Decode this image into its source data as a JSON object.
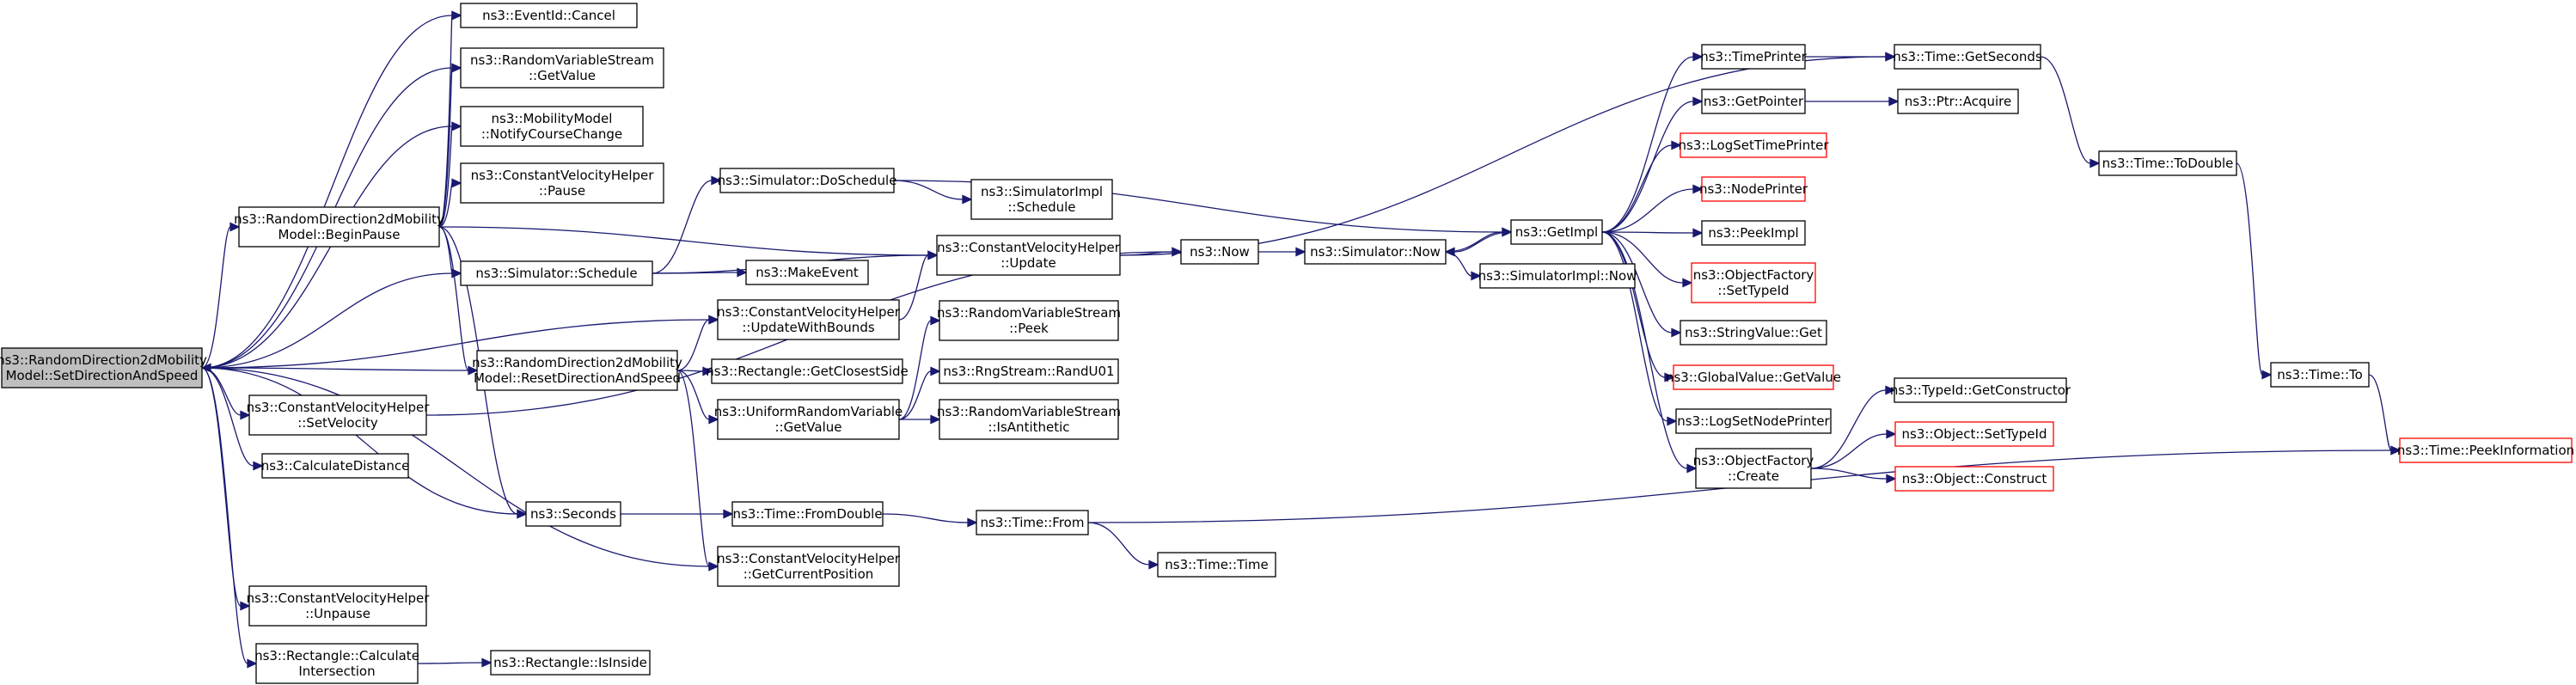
{
  "colors": {
    "edge": "#191970",
    "node_border": "#000000",
    "node_border_external": "#ff0000",
    "root_fill": "#bfbfbf",
    "node_fill": "#ffffff"
  },
  "nodes": [
    {
      "id": "root",
      "lines": [
        "ns3::RandomDirection2dMobility",
        "Model::SetDirectionAndSpeed"
      ],
      "kind": "root"
    },
    {
      "id": "cancel",
      "lines": [
        "ns3::EventId::Cancel"
      ],
      "kind": "normal"
    },
    {
      "id": "rvsgetvalue",
      "lines": [
        "ns3::RandomVariableStream",
        "::GetValue"
      ],
      "kind": "normal"
    },
    {
      "id": "notify",
      "lines": [
        "ns3::MobilityModel",
        "::NotifyCourseChange"
      ],
      "kind": "normal"
    },
    {
      "id": "pause",
      "lines": [
        "ns3::ConstantVelocityHelper",
        "::Pause"
      ],
      "kind": "normal"
    },
    {
      "id": "beginpause",
      "lines": [
        "ns3::RandomDirection2dMobility",
        "Model::BeginPause"
      ],
      "kind": "normal"
    },
    {
      "id": "schedule",
      "lines": [
        "ns3::Simulator::Schedule"
      ],
      "kind": "normal"
    },
    {
      "id": "resetdir",
      "lines": [
        "ns3::RandomDirection2dMobility",
        "Model::ResetDirectionAndSpeed"
      ],
      "kind": "normal"
    },
    {
      "id": "setvelocity",
      "lines": [
        "ns3::ConstantVelocityHelper",
        "::SetVelocity"
      ],
      "kind": "normal"
    },
    {
      "id": "calcdist",
      "lines": [
        "ns3::CalculateDistance"
      ],
      "kind": "normal"
    },
    {
      "id": "seconds",
      "lines": [
        "ns3::Seconds"
      ],
      "kind": "normal"
    },
    {
      "id": "unpause",
      "lines": [
        "ns3::ConstantVelocityHelper",
        "::Unpause"
      ],
      "kind": "normal"
    },
    {
      "id": "calcinter",
      "lines": [
        "ns3::Rectangle::Calculate",
        "Intersection"
      ],
      "kind": "normal"
    },
    {
      "id": "isinside",
      "lines": [
        "ns3::Rectangle::IsInside"
      ],
      "kind": "normal"
    },
    {
      "id": "doschedule",
      "lines": [
        "ns3::Simulator::DoSchedule"
      ],
      "kind": "normal"
    },
    {
      "id": "simimplschedule",
      "lines": [
        "ns3::SimulatorImpl",
        "::Schedule"
      ],
      "kind": "normal"
    },
    {
      "id": "makeevent",
      "lines": [
        "ns3::MakeEvent"
      ],
      "kind": "normal"
    },
    {
      "id": "cvhupdate",
      "lines": [
        "ns3::ConstantVelocityHelper",
        "::Update"
      ],
      "kind": "normal"
    },
    {
      "id": "updatebounds",
      "lines": [
        "ns3::ConstantVelocityHelper",
        "::UpdateWithBounds"
      ],
      "kind": "normal"
    },
    {
      "id": "closestside",
      "lines": [
        "ns3::Rectangle::GetClosestSide"
      ],
      "kind": "normal"
    },
    {
      "id": "urvgetvalue",
      "lines": [
        "ns3::UniformRandomVariable",
        "::GetValue"
      ],
      "kind": "normal"
    },
    {
      "id": "rvspeek",
      "lines": [
        "ns3::RandomVariableStream",
        "::Peek"
      ],
      "kind": "normal"
    },
    {
      "id": "randu01",
      "lines": [
        "ns3::RngStream::RandU01"
      ],
      "kind": "normal"
    },
    {
      "id": "isantithetic",
      "lines": [
        "ns3::RandomVariableStream",
        "::IsAntithetic"
      ],
      "kind": "normal"
    },
    {
      "id": "fromdouble",
      "lines": [
        "ns3::Time::FromDouble"
      ],
      "kind": "normal"
    },
    {
      "id": "getcurpos",
      "lines": [
        "ns3::ConstantVelocityHelper",
        "::GetCurrentPosition"
      ],
      "kind": "normal"
    },
    {
      "id": "now",
      "lines": [
        "ns3::Now"
      ],
      "kind": "normal"
    },
    {
      "id": "simnow",
      "lines": [
        "ns3::Simulator::Now"
      ],
      "kind": "normal"
    },
    {
      "id": "simimplnow",
      "lines": [
        "ns3::SimulatorImpl::Now"
      ],
      "kind": "normal"
    },
    {
      "id": "timefrom",
      "lines": [
        "ns3::Time::From"
      ],
      "kind": "normal"
    },
    {
      "id": "timetime",
      "lines": [
        "ns3::Time::Time"
      ],
      "kind": "normal"
    },
    {
      "id": "getimpl",
      "lines": [
        "ns3::GetImpl"
      ],
      "kind": "normal"
    },
    {
      "id": "timeprinter",
      "lines": [
        "ns3::TimePrinter"
      ],
      "kind": "normal"
    },
    {
      "id": "getpointer",
      "lines": [
        "ns3::GetPointer"
      ],
      "kind": "normal"
    },
    {
      "id": "logsettimeprinter",
      "lines": [
        "ns3::LogSetTimePrinter"
      ],
      "kind": "external"
    },
    {
      "id": "nodeprinter",
      "lines": [
        "ns3::NodePrinter"
      ],
      "kind": "external"
    },
    {
      "id": "peekimpl",
      "lines": [
        "ns3::PeekImpl"
      ],
      "kind": "normal"
    },
    {
      "id": "ofsettypeid",
      "lines": [
        "ns3::ObjectFactory",
        "::SetTypeId"
      ],
      "kind": "external"
    },
    {
      "id": "stringvalueget",
      "lines": [
        "ns3::StringValue::Get"
      ],
      "kind": "normal"
    },
    {
      "id": "globalvalueget",
      "lines": [
        "ns3::GlobalValue::GetValue"
      ],
      "kind": "external"
    },
    {
      "id": "logsetnodeprinter",
      "lines": [
        "ns3::LogSetNodePrinter"
      ],
      "kind": "normal"
    },
    {
      "id": "ofcreate",
      "lines": [
        "ns3::ObjectFactory",
        "::Create"
      ],
      "kind": "normal"
    },
    {
      "id": "getseconds",
      "lines": [
        "ns3::Time::GetSeconds"
      ],
      "kind": "normal"
    },
    {
      "id": "ptracquire",
      "lines": [
        "ns3::Ptr::Acquire"
      ],
      "kind": "normal"
    },
    {
      "id": "todouble",
      "lines": [
        "ns3::Time::ToDouble"
      ],
      "kind": "normal"
    },
    {
      "id": "typeidgetctor",
      "lines": [
        "ns3::TypeId::GetConstructor"
      ],
      "kind": "normal"
    },
    {
      "id": "objsettypeid",
      "lines": [
        "ns3::Object::SetTypeId"
      ],
      "kind": "external"
    },
    {
      "id": "objconstruct",
      "lines": [
        "ns3::Object::Construct"
      ],
      "kind": "external"
    },
    {
      "id": "timeto",
      "lines": [
        "ns3::Time::To"
      ],
      "kind": "normal"
    },
    {
      "id": "peekinfo",
      "lines": [
        "ns3::Time::PeekInformation"
      ],
      "kind": "external"
    }
  ],
  "edges": [
    [
      "root",
      "cancel"
    ],
    [
      "root",
      "rvsgetvalue"
    ],
    [
      "root",
      "notify"
    ],
    [
      "root",
      "beginpause"
    ],
    [
      "root",
      "schedule"
    ],
    [
      "root",
      "updatebounds"
    ],
    [
      "root",
      "setvelocity"
    ],
    [
      "root",
      "calcdist"
    ],
    [
      "root",
      "seconds"
    ],
    [
      "root",
      "getcurpos"
    ],
    [
      "root",
      "unpause"
    ],
    [
      "root",
      "calcinter"
    ],
    [
      "beginpause",
      "cancel"
    ],
    [
      "beginpause",
      "rvsgetvalue"
    ],
    [
      "beginpause",
      "notify"
    ],
    [
      "beginpause",
      "pause"
    ],
    [
      "beginpause",
      "schedule"
    ],
    [
      "beginpause",
      "cvhupdate"
    ],
    [
      "beginpause",
      "resetdir"
    ],
    [
      "beginpause",
      "seconds"
    ],
    [
      "resetdir",
      "root"
    ],
    [
      "resetdir",
      "updatebounds"
    ],
    [
      "resetdir",
      "closestside"
    ],
    [
      "resetdir",
      "urvgetvalue"
    ],
    [
      "resetdir",
      "getcurpos"
    ],
    [
      "schedule",
      "doschedule"
    ],
    [
      "schedule",
      "makeevent"
    ],
    [
      "schedule",
      "cvhupdate"
    ],
    [
      "doschedule",
      "simimplschedule"
    ],
    [
      "doschedule",
      "getimpl"
    ],
    [
      "updatebounds",
      "cvhupdate"
    ],
    [
      "cvhupdate",
      "now"
    ],
    [
      "cvhupdate",
      "getseconds"
    ],
    [
      "setvelocity",
      "now"
    ],
    [
      "seconds",
      "fromdouble"
    ],
    [
      "fromdouble",
      "timefrom"
    ],
    [
      "timefrom",
      "timetime"
    ],
    [
      "timefrom",
      "peekinfo"
    ],
    [
      "urvgetvalue",
      "rvspeek"
    ],
    [
      "urvgetvalue",
      "randu01"
    ],
    [
      "urvgetvalue",
      "isantithetic"
    ],
    [
      "calcinter",
      "isinside"
    ],
    [
      "now",
      "simnow"
    ],
    [
      "simnow",
      "getimpl"
    ],
    [
      "simnow",
      "simimplnow"
    ],
    [
      "getimpl",
      "simnow"
    ],
    [
      "getimpl",
      "timeprinter"
    ],
    [
      "getimpl",
      "getpointer"
    ],
    [
      "getimpl",
      "logsettimeprinter"
    ],
    [
      "getimpl",
      "nodeprinter"
    ],
    [
      "getimpl",
      "peekimpl"
    ],
    [
      "getimpl",
      "ofsettypeid"
    ],
    [
      "getimpl",
      "stringvalueget"
    ],
    [
      "getimpl",
      "globalvalueget"
    ],
    [
      "getimpl",
      "logsetnodeprinter"
    ],
    [
      "getimpl",
      "ofcreate"
    ],
    [
      "timeprinter",
      "getseconds"
    ],
    [
      "getpointer",
      "ptracquire"
    ],
    [
      "ofcreate",
      "typeidgetctor"
    ],
    [
      "ofcreate",
      "objsettypeid"
    ],
    [
      "ofcreate",
      "objconstruct"
    ],
    [
      "getseconds",
      "todouble"
    ],
    [
      "todouble",
      "timeto"
    ],
    [
      "timeto",
      "peekinfo"
    ]
  ]
}
